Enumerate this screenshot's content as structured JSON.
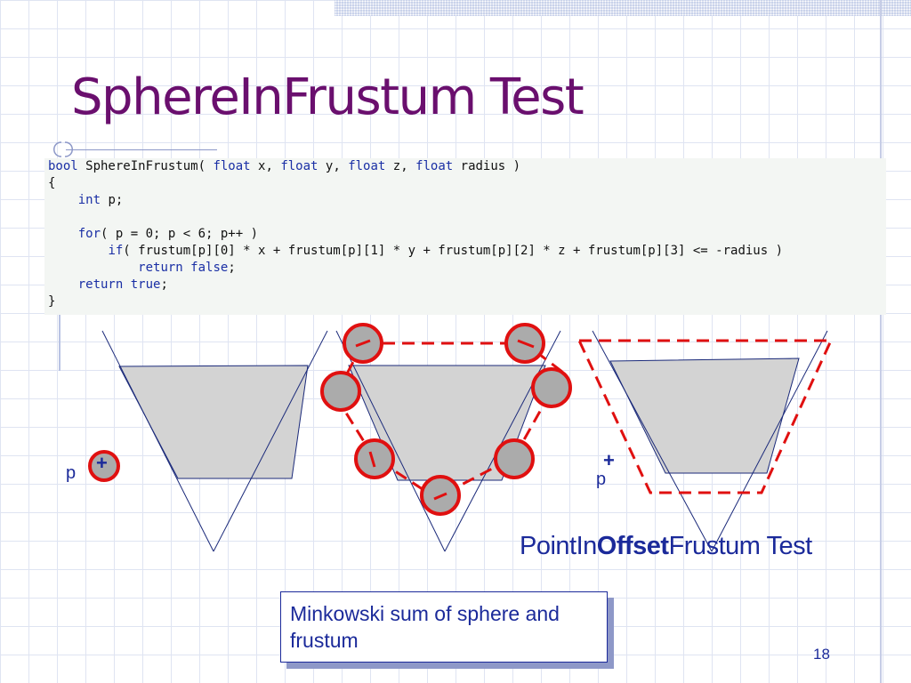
{
  "slide": {
    "title": "SphereInFrustum Test",
    "number": "18"
  },
  "code": {
    "lines": [
      [
        {
          "t": "bool",
          "k": 1
        },
        {
          "t": " SphereInFrustum( "
        },
        {
          "t": "float",
          "k": 1
        },
        {
          "t": " x, "
        },
        {
          "t": "float",
          "k": 1
        },
        {
          "t": " y, "
        },
        {
          "t": "float",
          "k": 1
        },
        {
          "t": " z, "
        },
        {
          "t": "float",
          "k": 1
        },
        {
          "t": " radius )"
        }
      ],
      [
        {
          "t": "{"
        }
      ],
      [
        {
          "t": "    "
        },
        {
          "t": "int",
          "k": 1
        },
        {
          "t": " p;"
        }
      ],
      [],
      [
        {
          "t": "    "
        },
        {
          "t": "for",
          "k": 1
        },
        {
          "t": "( p = 0; p < 6; p++ )"
        }
      ],
      [
        {
          "t": "        "
        },
        {
          "t": "if",
          "k": 1
        },
        {
          "t": "( frustum[p][0] * x + frustum[p][1] * y + frustum[p][2] * z + frustum[p][3] <= -radius )"
        }
      ],
      [
        {
          "t": "            "
        },
        {
          "t": "return",
          "k": 1
        },
        {
          "t": " "
        },
        {
          "t": "false",
          "k": 1
        },
        {
          "t": ";"
        }
      ],
      [
        {
          "t": "    "
        },
        {
          "t": "return",
          "k": 1
        },
        {
          "t": " "
        },
        {
          "t": "true",
          "k": 1
        },
        {
          "t": ";"
        }
      ],
      [
        {
          "t": "}"
        }
      ]
    ]
  },
  "diagram": {
    "point_label": "p",
    "plus_symbol": "+",
    "caption_prefix": "PointIn",
    "caption_bold": "Offset",
    "caption_suffix": "Frustum Test",
    "callout_text": "Minkowski sum of sphere and frustum"
  },
  "colors": {
    "title": "#6a0f6e",
    "text_blue": "#1b2a9a",
    "frustum_line": "#1b2a7a",
    "frustum_fill": "#d3d3d3",
    "sphere_fill": "#ababab",
    "highlight_red": "#e01010"
  }
}
